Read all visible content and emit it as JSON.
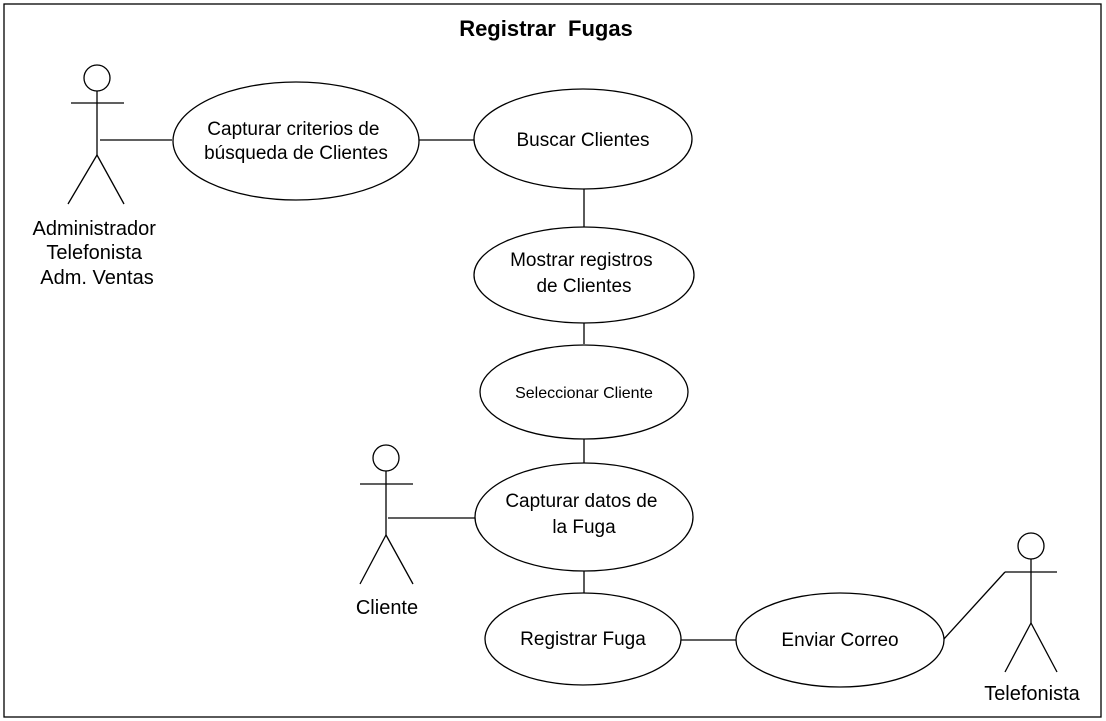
{
  "title": "Registrar  Fugas",
  "actors": {
    "admin": [
      "Administrador",
      "Telefonista",
      "Adm. Ventas"
    ],
    "cliente": [
      "Cliente"
    ],
    "telefonista": [
      "Telefonista"
    ]
  },
  "use_cases": {
    "capturar_criterios": [
      "Capturar criterios de",
      "búsqueda de Clientes"
    ],
    "buscar_clientes": [
      "Buscar Clientes"
    ],
    "mostrar_registros": [
      "Mostrar registros",
      "de Clientes"
    ],
    "seleccionar_cliente": [
      "Seleccionar Cliente"
    ],
    "capturar_datos": [
      "Capturar datos de",
      "la Fuga"
    ],
    "registrar_fuga": [
      "Registrar Fuga"
    ],
    "enviar_correo": [
      "Enviar Correo"
    ]
  }
}
